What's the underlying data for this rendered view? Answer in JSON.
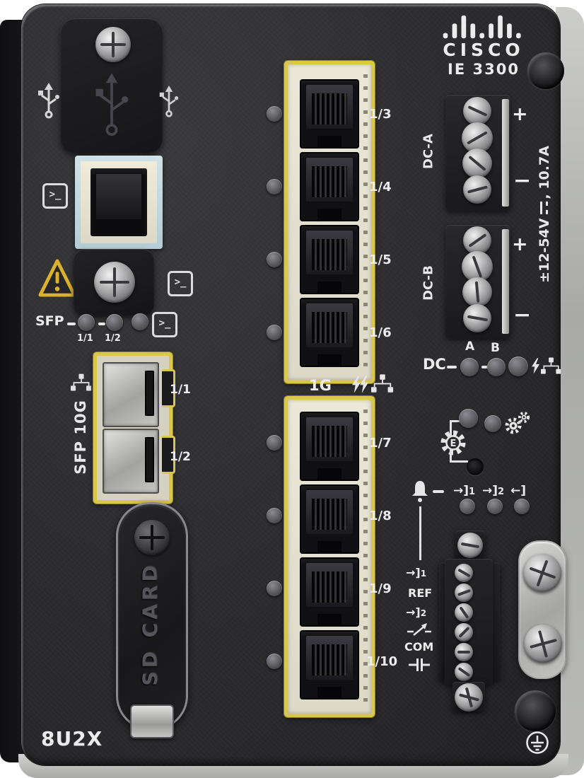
{
  "device": {
    "brand": "CISCO",
    "model": "IE 3300",
    "model_code": "8U2X",
    "console_prompt": ">_"
  },
  "status_leds": {
    "sfp": {
      "label": "SFP",
      "led1": "1/1",
      "led2": "1/2"
    },
    "dc": {
      "label": "DC",
      "a": "A",
      "b": "B"
    }
  },
  "sfp_ports": {
    "vertical_label": "SFP 10G",
    "port1": "1/1",
    "port2": "1/2"
  },
  "ethernet": {
    "speed_label": "1G",
    "group1": [
      "1/3",
      "1/4",
      "1/5",
      "1/6"
    ],
    "group2": [
      "1/7",
      "1/8",
      "1/9",
      "1/10"
    ]
  },
  "power": {
    "input_a": "DC-A",
    "input_b": "DC-B",
    "plus": "+",
    "minus": "−",
    "rating_prefix": "±12-54V",
    "rating_suffix": ", 10.7A"
  },
  "alarm": {
    "arrow_in": "→]",
    "arrow_out": "←]",
    "in1_num": "1",
    "in2_num": "2",
    "ref": "REF",
    "com": "COM"
  },
  "sd_card": {
    "label": "SD CARD"
  }
}
